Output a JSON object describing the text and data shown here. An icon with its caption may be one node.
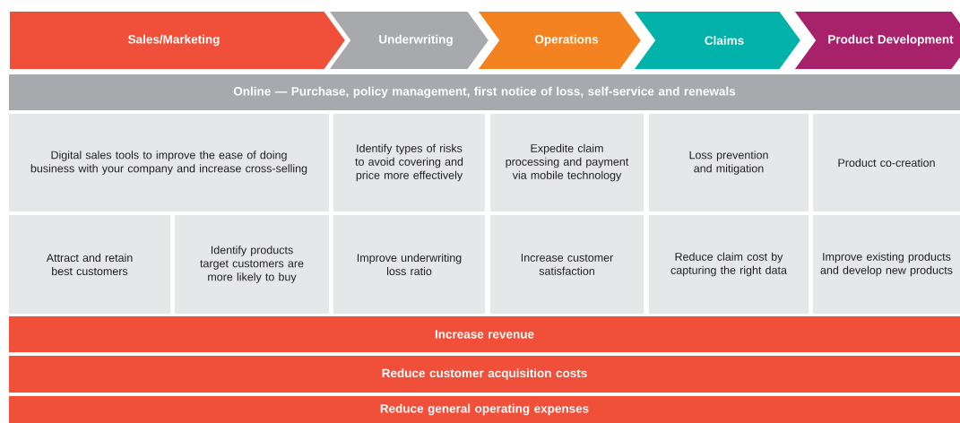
{
  "diagram": {
    "nodes": [
      {
        "text": [
          "Sales/Marketing"
        ]
      },
      {
        "text": [
          "Underwriting"
        ]
      },
      {
        "text": [
          "Operations"
        ]
      },
      {
        "text": [
          "Claims"
        ]
      },
      {
        "text": [
          "Product Development"
        ]
      },
      {
        "text": [
          "Online — Purchase, policy management, first notice of loss, self-service and renewals"
        ]
      },
      {
        "text": [
          "Digital sales tools to improve the ease of doing business with your company and increase cross-selling"
        ]
      },
      {
        "text": [
          "Identify types of risks to avoid covering and price more effectively"
        ]
      },
      {
        "text": [
          "Expedite claim processing and payment via mobile technology"
        ]
      },
      {
        "text": [
          "Loss prevention and mitigation"
        ]
      },
      {
        "text": [
          "Product co-creation"
        ]
      },
      {
        "text": [
          "Attract and retain best customers"
        ]
      },
      {
        "text": [
          "Identify products target customers are more likely to buy"
        ]
      },
      {
        "text": [
          "Improve underwriting loss ratio"
        ]
      },
      {
        "text": [
          "Increase customer satisfaction"
        ]
      },
      {
        "text": [
          "Reduce claim cost by capturing the right data"
        ]
      },
      {
        "text": [
          "Improve existing products and develop new products"
        ]
      },
      {
        "text": [
          "Increase revenue"
        ]
      },
      {
        "text": [
          "Reduce customer acquisition costs"
        ]
      },
      {
        "text": [
          "Reduce general operating expenses"
        ]
      }
    ]
  }
}
